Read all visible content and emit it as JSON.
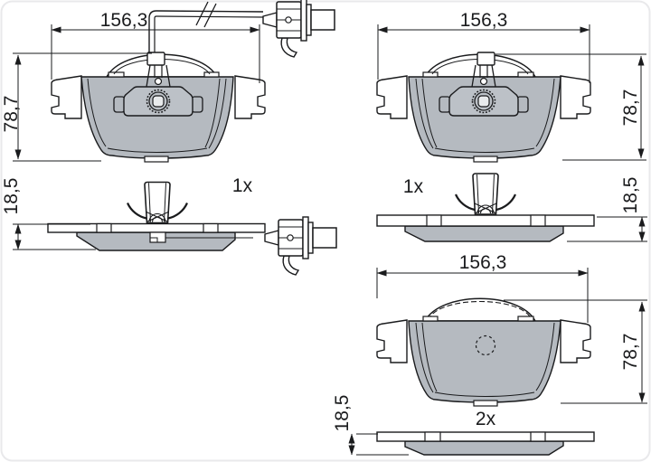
{
  "dimensions": {
    "front_left": {
      "width": "156,3",
      "height": "78,7"
    },
    "front_right": {
      "width": "156,3",
      "height": "78,7"
    },
    "side_left": {
      "thickness": "18,5",
      "quantity": "1x"
    },
    "side_right": {
      "thickness": "18,5",
      "quantity": "1x"
    },
    "front_bottom": {
      "width": "156,3",
      "height": "78,7"
    },
    "side_bottom": {
      "thickness": "18,5",
      "quantity": "2x"
    }
  },
  "colors": {
    "line": "#1a1b1d",
    "friction_material": "#b5bac0",
    "background": "#ffffff",
    "card_border": "#e9e9eb"
  }
}
